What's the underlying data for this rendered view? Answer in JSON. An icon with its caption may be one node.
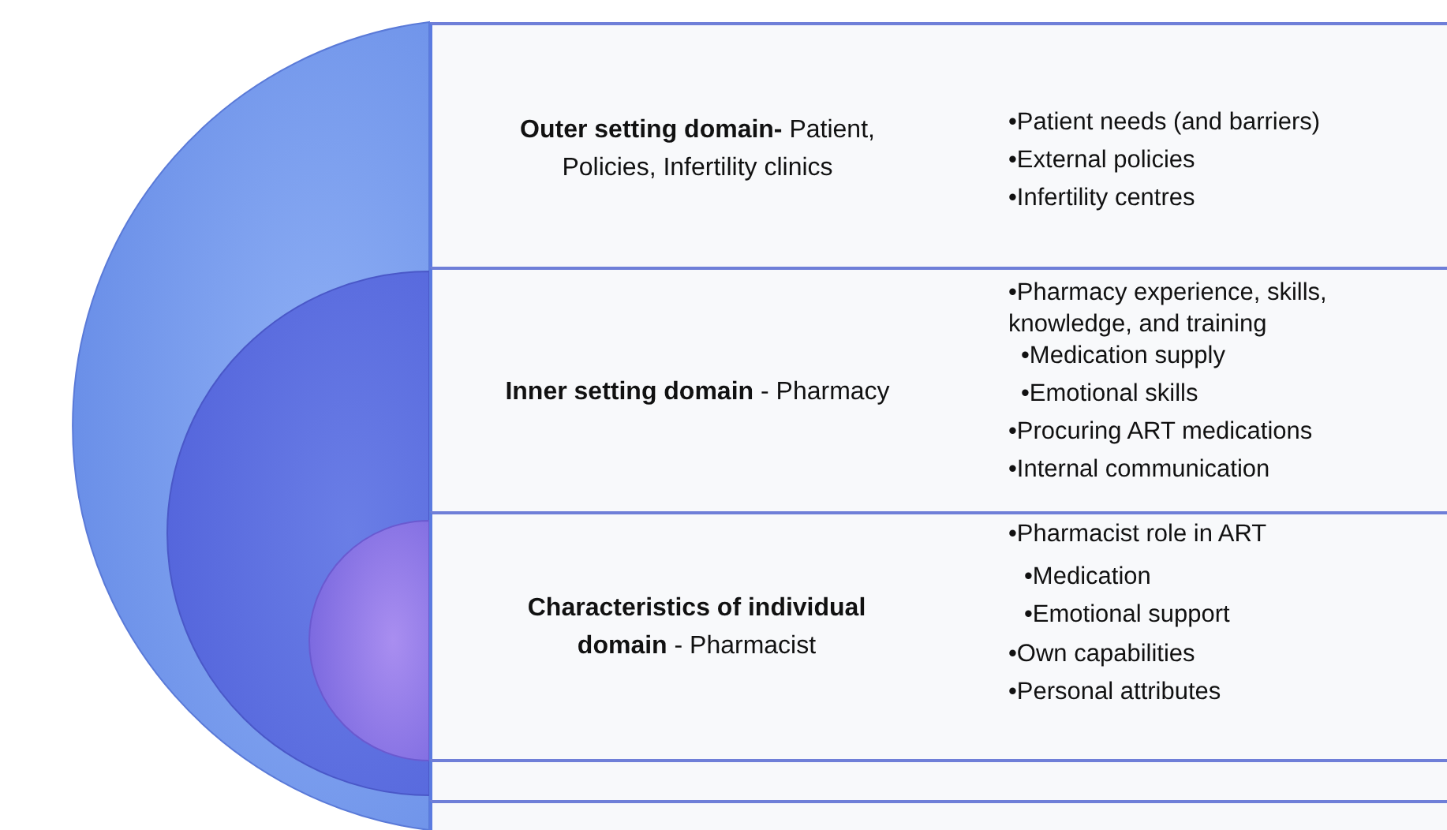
{
  "diagram": {
    "nodes": [
      {
        "text": [
          "**Outer setting domain-** Patient, Policies, Infertility clinics",
          "•Patient needs (and barriers)",
          "•External policies",
          "•Infertility centres"
        ]
      },
      {
        "text": [
          "**Inner setting domain** - Pharmacy",
          "•Pharmacy experience, skills, knowledge, and training",
          "•Medication supply",
          "•Emotional skills",
          "•Procuring ART medications",
          "•Internal communication"
        ]
      },
      {
        "text": [
          "**Characteristics of individual domain** - Pharmacist",
          "•Pharmacist role in ART",
          "•Medication",
          "•Emotional support",
          "•Own capabilities",
          "•Personal attributes"
        ]
      },
      {
        "text": [],
        "shape": "box"
      },
      {
        "text": [],
        "shape": "box"
      }
    ]
  }
}
